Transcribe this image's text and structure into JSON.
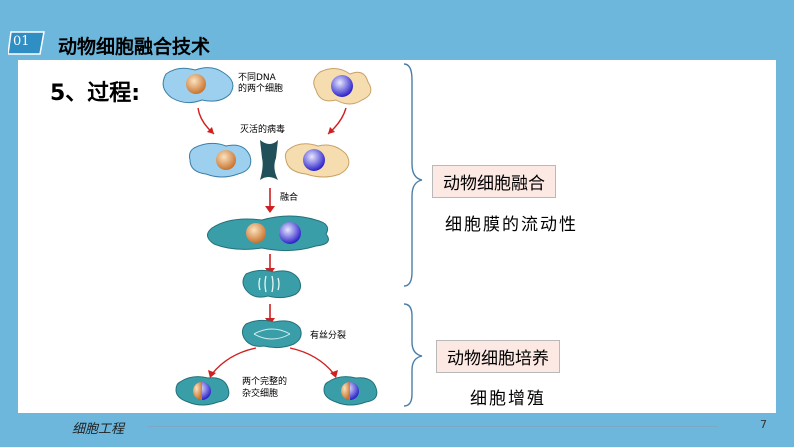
{
  "header": {
    "badge": "01",
    "title": "动物细胞融合技术"
  },
  "step_label": "5、过程:",
  "diagram": {
    "cells_label_line1": "不同DNA",
    "cells_label_line2": "的两个细胞",
    "virus_label": "灭活的病毒",
    "fusion_label": "融合",
    "mitosis_label": "有丝分裂",
    "result_line1": "两个完整的",
    "result_line2": "杂交细胞"
  },
  "annotations": {
    "fusion_box": "动物细胞融合",
    "fusion_principle": "细胞膜的流动性",
    "culture_box": "动物细胞培养",
    "culture_principle": "细胞增殖"
  },
  "footer": {
    "text": "细胞工程",
    "page": "7"
  },
  "colors": {
    "background": "#6db7dc",
    "cell_teal": "#3a9ea8",
    "cell_blue": "#9dd0ef",
    "cell_tan": "#f6ddb0",
    "arrow": "#d11f1f",
    "label_box": "#fde9e3"
  }
}
